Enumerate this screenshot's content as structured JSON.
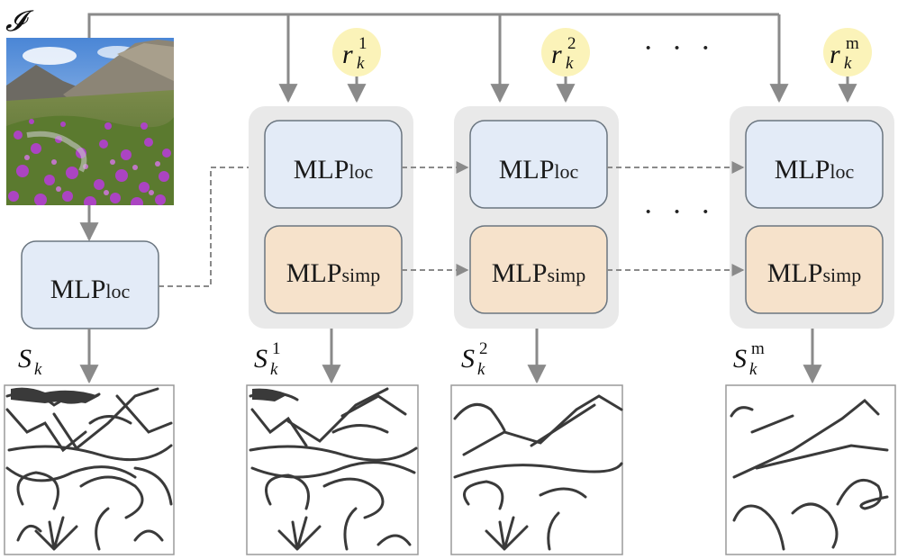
{
  "input": {
    "symbol": "𝓘"
  },
  "mlp": {
    "main": "MLP",
    "loc": "loc",
    "simp": "simp"
  },
  "sketch_symbol": {
    "base": "S",
    "sub": "k"
  },
  "r_symbol": {
    "base": "r",
    "sub": "k"
  },
  "stages": [
    {
      "sup": "1"
    },
    {
      "sup": "2"
    },
    {
      "sup": "m"
    }
  ],
  "ellipsis": "· · ·",
  "colors": {
    "arrow": "#8a8a8a",
    "group_bg": "#e9e9e9",
    "loc_fill": "#e3ebf7",
    "simp_fill": "#f6e2cb",
    "box_stroke": "#6b7680",
    "r_circle": "#fbf3b9",
    "stroke_ink": "#3a3a3a"
  }
}
